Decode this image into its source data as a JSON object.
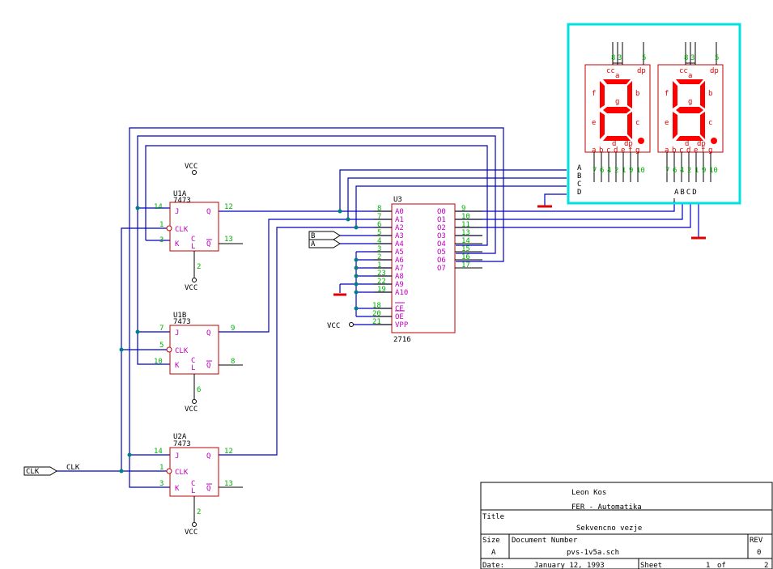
{
  "u1a": {
    "ref": "U1A",
    "part": "7473"
  },
  "u1b": {
    "ref": "U1B",
    "part": "7473"
  },
  "u2a": {
    "ref": "U2A",
    "part": "7473"
  },
  "ff_pins": {
    "j": "J",
    "clk": "CLK",
    "k": "K",
    "q": "Q",
    "qbar": "Q",
    "cl_c": "C",
    "cl_l": "L"
  },
  "ff_pin_numbers": {
    "u1a": {
      "j": "14",
      "clk": "1",
      "k": "3",
      "q": "12",
      "qbar": "13",
      "clr": "2"
    },
    "u1b": {
      "j": "7",
      "clk": "5",
      "k": "10",
      "q": "9",
      "qbar": "8",
      "clr": "6"
    },
    "u2a": {
      "j": "14",
      "clk": "1",
      "k": "3",
      "q": "12",
      "qbar": "13",
      "clr": "2"
    }
  },
  "vcc_label": "VCC",
  "clk_port": "CLK",
  "clk_net": "CLK",
  "u3": {
    "ref": "U3",
    "part": "2716",
    "left_pins": [
      {
        "num": "8",
        "name": "A0"
      },
      {
        "num": "7",
        "name": "A1"
      },
      {
        "num": "6",
        "name": "A2"
      },
      {
        "num": "5",
        "name": "A3"
      },
      {
        "num": "4",
        "name": "A4"
      },
      {
        "num": "3",
        "name": "A5"
      },
      {
        "num": "2",
        "name": "A6"
      },
      {
        "num": "1",
        "name": "A7"
      },
      {
        "num": "23",
        "name": "A8"
      },
      {
        "num": "22",
        "name": "A9"
      },
      {
        "num": "19",
        "name": "A10"
      }
    ],
    "ctrl_pins": [
      {
        "num": "18",
        "name": "CE"
      },
      {
        "num": "20",
        "name": "OE"
      },
      {
        "num": "21",
        "name": "VPP"
      }
    ],
    "right_pins": [
      {
        "num": "9",
        "name": "O0"
      },
      {
        "num": "10",
        "name": "O1"
      },
      {
        "num": "11",
        "name": "O2"
      },
      {
        "num": "13",
        "name": "O3"
      },
      {
        "num": "14",
        "name": "O4"
      },
      {
        "num": "15",
        "name": "O5"
      },
      {
        "num": "16",
        "name": "O6"
      },
      {
        "num": "17",
        "name": "O7"
      }
    ]
  },
  "ports": {
    "b": "B",
    "a": "A"
  },
  "vpp_vcc": "VCC",
  "display": {
    "input_labels": [
      "A",
      "B",
      "C",
      "D"
    ],
    "bottom_label": "ABCD",
    "top_pins": {
      "cc": "cc",
      "dp": "dp",
      "n8": "8",
      "n3": "3",
      "n5": "5"
    },
    "seg_letters": [
      "a",
      "b",
      "c",
      "d",
      "e",
      "f",
      "g"
    ],
    "bottom_pin_letters": "abcdefg",
    "bottom_pin_numbers": [
      "7",
      "6",
      "4",
      "2",
      "1",
      "9",
      "10"
    ],
    "digit_color": "#ff0000",
    "frame_color": "#00e0e0"
  },
  "title_block": {
    "author": "Leon Kos",
    "org": "FER - Automatika",
    "title_label": "Title",
    "title": "Sekvencno vezje",
    "size_label": "Size",
    "size": "A",
    "docnum_label": "Document Number",
    "docnum": "pvs-1v5a.sch",
    "rev_label": "REV",
    "rev": "0",
    "date_label": "Date:",
    "date": "January 12, 1993",
    "sheet_label": "Sheet",
    "sheet": "1",
    "of_label": "of",
    "sheets": "2"
  }
}
